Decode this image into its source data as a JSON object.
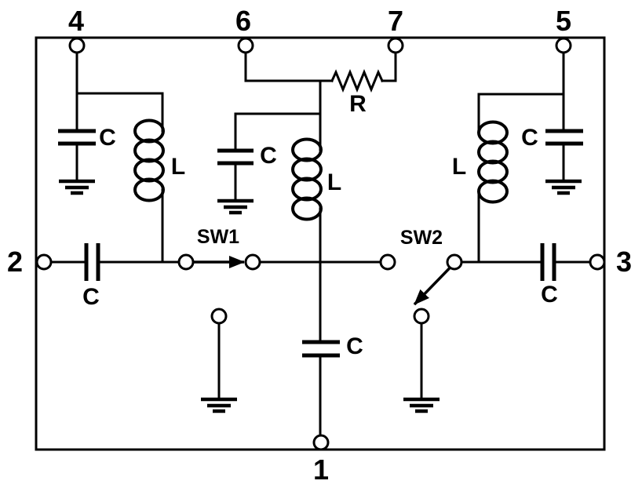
{
  "colors": {
    "ink": "#000000",
    "background": "#ffffff"
  },
  "pins": {
    "pin1": "1",
    "pin2": "2",
    "pin3": "3",
    "pin4": "4",
    "pin5": "5",
    "pin6": "6",
    "pin7": "7"
  },
  "components": {
    "cap_top_left": "C",
    "cap_mid_left": "C",
    "cap_top_right": "C",
    "cap_series_left": "C",
    "cap_series_right": "C",
    "cap_bottom": "C",
    "ind_left": "L",
    "ind_center": "L",
    "ind_right": "L",
    "resistor": "R"
  },
  "switches": {
    "sw1": "SW1",
    "sw2": "SW2"
  }
}
